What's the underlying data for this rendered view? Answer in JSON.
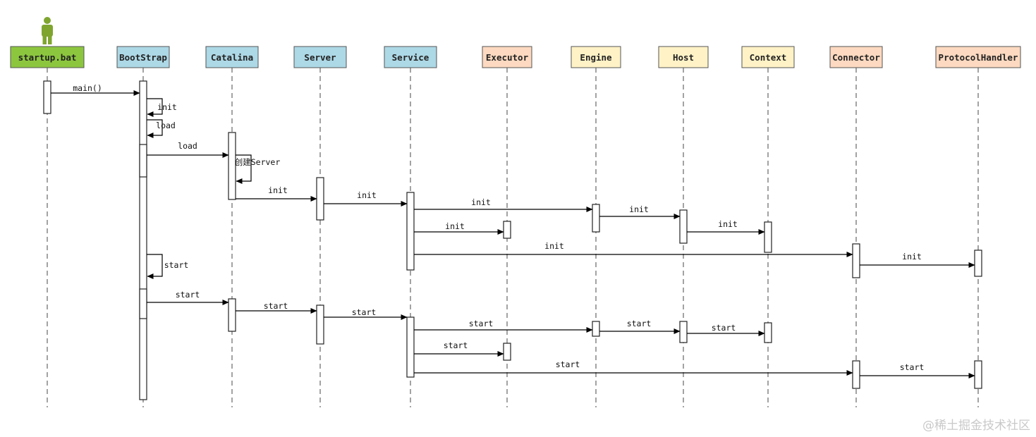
{
  "actor": {
    "icon": "person-icon",
    "color": "#7fa52f"
  },
  "participants": [
    {
      "id": "startup",
      "label": "startup.bat",
      "fill": "#8cc63f"
    },
    {
      "id": "bootstrap",
      "label": "BootStrap",
      "fill": "#add8e6"
    },
    {
      "id": "catalina",
      "label": "Catalina",
      "fill": "#add8e6"
    },
    {
      "id": "server",
      "label": "Server",
      "fill": "#add8e6"
    },
    {
      "id": "service",
      "label": "Service",
      "fill": "#add8e6"
    },
    {
      "id": "executor",
      "label": "Executor",
      "fill": "#fcd9c0"
    },
    {
      "id": "engine",
      "label": "Engine",
      "fill": "#fff2c6"
    },
    {
      "id": "host",
      "label": "Host",
      "fill": "#fff2c6"
    },
    {
      "id": "context",
      "label": "Context",
      "fill": "#fff2c6"
    },
    {
      "id": "connector",
      "label": "Connector",
      "fill": "#fcd9c0"
    },
    {
      "id": "protocolhandler",
      "label": "ProtocolHandler",
      "fill": "#fcd9c0"
    }
  ],
  "messages": [
    {
      "from": "startup",
      "to": "bootstrap",
      "label": "main()"
    },
    {
      "from": "bootstrap",
      "to": "bootstrap",
      "label": "init"
    },
    {
      "from": "bootstrap",
      "to": "bootstrap",
      "label": "load"
    },
    {
      "from": "bootstrap",
      "to": "catalina",
      "label": "load"
    },
    {
      "from": "catalina",
      "to": "catalina",
      "label": "创建Server"
    },
    {
      "from": "catalina",
      "to": "server",
      "label": "init"
    },
    {
      "from": "server",
      "to": "service",
      "label": "init"
    },
    {
      "from": "service",
      "to": "engine",
      "label": "init"
    },
    {
      "from": "engine",
      "to": "host",
      "label": "init"
    },
    {
      "from": "service",
      "to": "executor",
      "label": "init"
    },
    {
      "from": "host",
      "to": "context",
      "label": "init"
    },
    {
      "from": "service",
      "to": "connector",
      "label": "init"
    },
    {
      "from": "connector",
      "to": "protocolhandler",
      "label": "init"
    },
    {
      "from": "bootstrap",
      "to": "bootstrap",
      "label": "start"
    },
    {
      "from": "bootstrap",
      "to": "catalina",
      "label": "start"
    },
    {
      "from": "catalina",
      "to": "server",
      "label": "start"
    },
    {
      "from": "server",
      "to": "service",
      "label": "start"
    },
    {
      "from": "service",
      "to": "engine",
      "label": "start"
    },
    {
      "from": "engine",
      "to": "host",
      "label": "start"
    },
    {
      "from": "host",
      "to": "context",
      "label": "start"
    },
    {
      "from": "service",
      "to": "executor",
      "label": "start"
    },
    {
      "from": "service",
      "to": "connector",
      "label": "start"
    },
    {
      "from": "connector",
      "to": "protocolhandler",
      "label": "start"
    }
  ],
  "watermark": "@稀土掘金技术社区"
}
